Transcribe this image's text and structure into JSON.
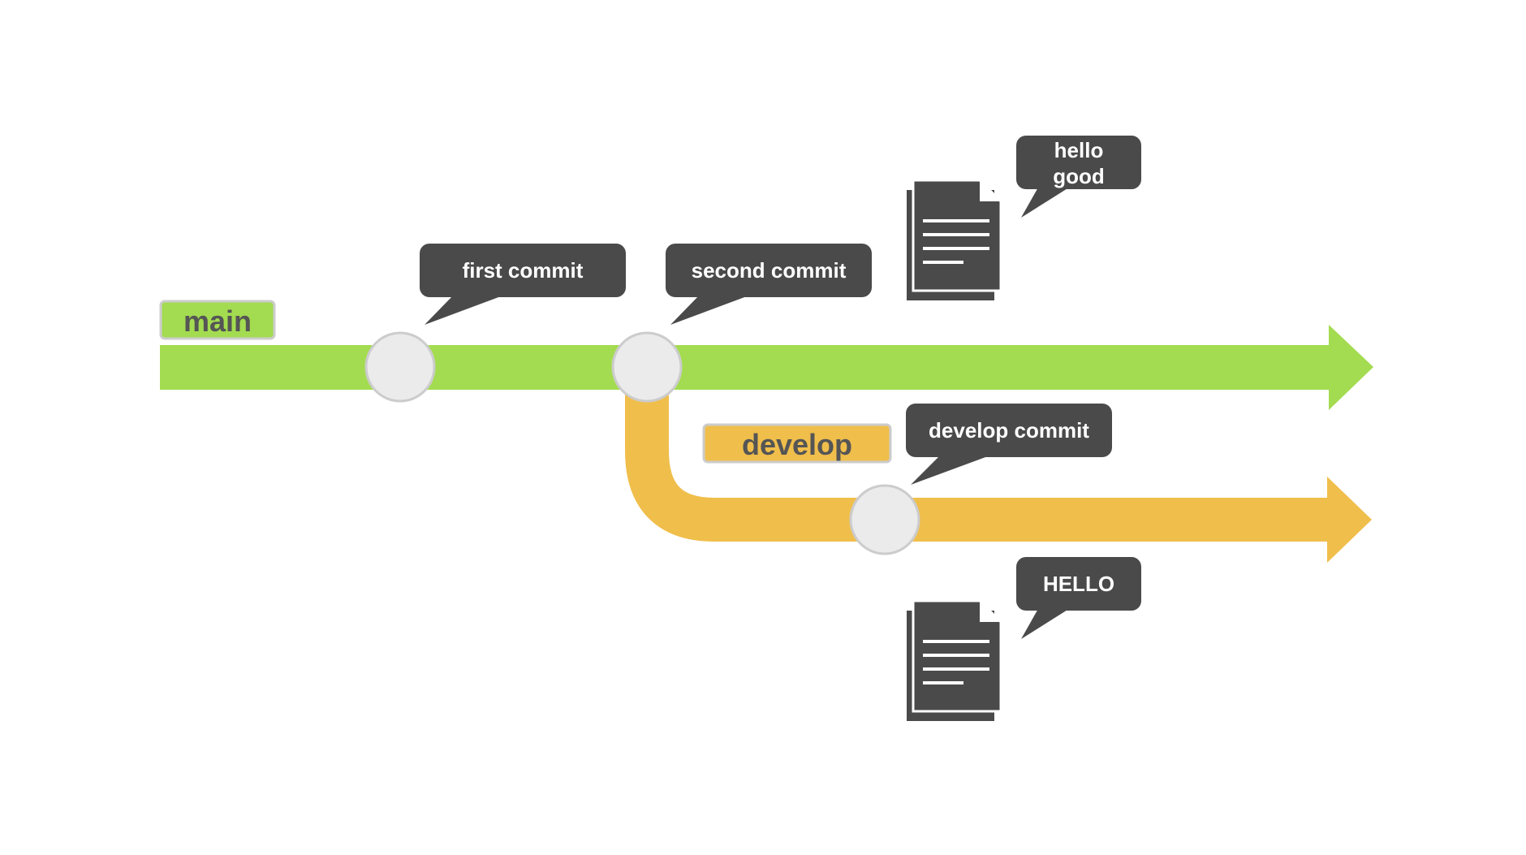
{
  "branches": {
    "main": {
      "label": "main",
      "color": "#a3dc50"
    },
    "develop": {
      "label": "develop",
      "color": "#f0be4b"
    }
  },
  "commits": {
    "first": {
      "message": "first commit",
      "branch": "main"
    },
    "second": {
      "message": "second commit",
      "branch": "main"
    },
    "develop": {
      "message": "develop commit",
      "branch": "develop"
    }
  },
  "files": {
    "main_file": {
      "icon": "document-icon",
      "content_line1": "hello",
      "content_line2": "good"
    },
    "develop_file": {
      "icon": "document-icon",
      "content": "HELLO"
    }
  },
  "colors": {
    "bubble": "#4a4a4a",
    "commit_node": "#ebebeb",
    "node_border": "#cccccc",
    "label_text": "#555555"
  }
}
